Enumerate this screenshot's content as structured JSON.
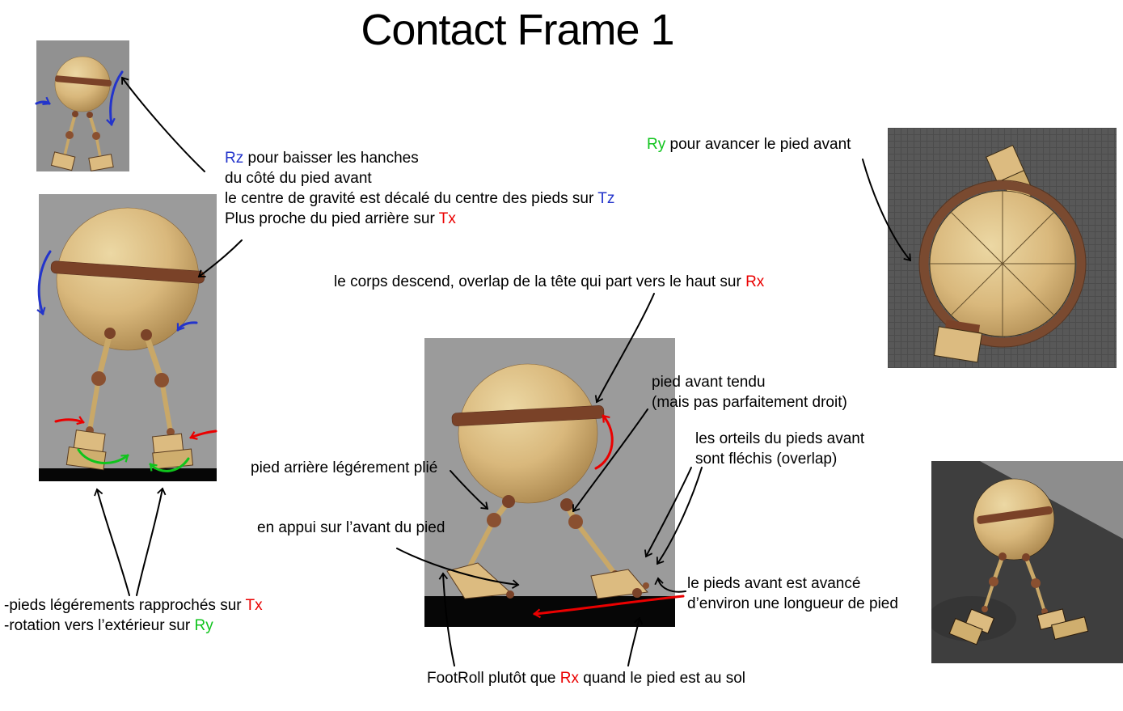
{
  "title": "Contact Frame 1",
  "colors": {
    "blue": "#2334cb",
    "red": "#ea0000",
    "green": "#0fc41c"
  },
  "annotations": {
    "hips": {
      "lines": [
        [
          {
            "text": "Rz",
            "color": "blue"
          },
          {
            "text": " pour baisser les hanches",
            "color": "black"
          }
        ],
        [
          {
            "text": "du côté du pied avant",
            "color": "black"
          }
        ],
        [
          {
            "text": "le centre de gravité est décalé du centre des pieds sur ",
            "color": "black"
          },
          {
            "text": "Tz",
            "color": "blue"
          }
        ],
        [
          {
            "text": "Plus proche du pied arrière sur ",
            "color": "black"
          },
          {
            "text": "Tx",
            "color": "red"
          }
        ]
      ]
    },
    "ry_forward": {
      "lines": [
        [
          {
            "text": "Ry",
            "color": "green"
          },
          {
            "text": " pour avancer le pied avant",
            "color": "black"
          }
        ]
      ]
    },
    "body_descend": {
      "lines": [
        [
          {
            "text": "le corps descend, overlap de la tête qui part vers le haut sur ",
            "color": "black"
          },
          {
            "text": "Rx",
            "color": "red"
          }
        ]
      ]
    },
    "front_leg": {
      "lines": [
        [
          {
            "text": "pied avant tendu",
            "color": "black"
          }
        ],
        [
          {
            "text": "(mais pas parfaitement droit)",
            "color": "black"
          }
        ]
      ]
    },
    "toes": {
      "lines": [
        [
          {
            "text": "les orteils du pieds avant",
            "color": "black"
          }
        ],
        [
          {
            "text": "sont fléchis (overlap)",
            "color": "black"
          }
        ]
      ]
    },
    "back_leg": {
      "lines": [
        [
          {
            "text": "pied arrière légérement plié",
            "color": "black"
          }
        ]
      ]
    },
    "support": {
      "lines": [
        [
          {
            "text": "en appui sur l’avant du pied",
            "color": "black"
          }
        ]
      ]
    },
    "advanced": {
      "lines": [
        [
          {
            "text": "le pieds avant est avancé",
            "color": "black"
          }
        ],
        [
          {
            "text": "d’environ une longueur de pied",
            "color": "black"
          }
        ]
      ]
    },
    "feet_adjust": {
      "lines": [
        [
          {
            "text": "-pieds légérements rapprochés sur ",
            "color": "black"
          },
          {
            "text": "Tx",
            "color": "red"
          }
        ],
        [
          {
            "text": "-rotation vers l’extérieur sur ",
            "color": "black"
          },
          {
            "text": "Ry",
            "color": "green"
          }
        ]
      ]
    },
    "footroll": {
      "lines": [
        [
          {
            "text": "FootRoll plutôt que ",
            "color": "black"
          },
          {
            "text": "Rx",
            "color": "red"
          },
          {
            "text": " quand le pied est au sol",
            "color": "black"
          }
        ]
      ]
    }
  }
}
